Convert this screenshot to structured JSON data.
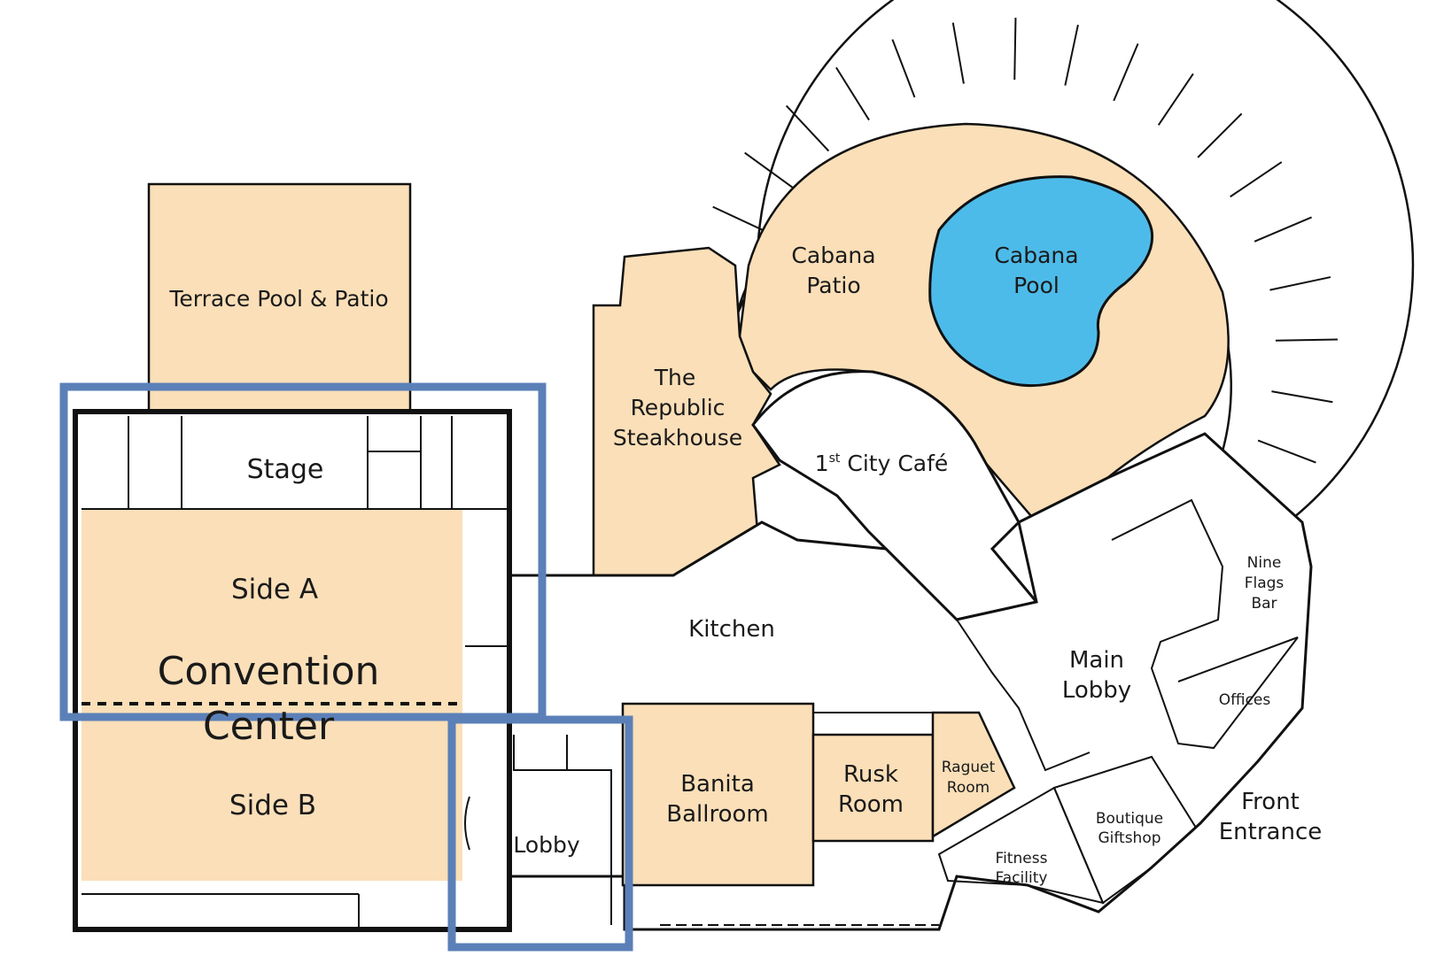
{
  "map": {
    "rooms": {
      "terrace": "Terrace Pool & Patio",
      "stage": "Stage",
      "side_a": "Side A",
      "convention_1": "Convention",
      "convention_2": "Center",
      "side_b": "Side B",
      "west_lobby": "Lobby",
      "kitchen": "Kitchen",
      "banita_1": "Banita",
      "banita_2": "Ballroom",
      "rusk_1": "Rusk",
      "rusk_2": "Room",
      "raguet_1": "Raguet",
      "raguet_2": "Room",
      "steak_1": "The",
      "steak_2": "Republic",
      "steak_3": "Steakhouse",
      "cafe_base": "1",
      "cafe_sup": "st",
      "cafe_rest": " City Café",
      "patio_1": "Cabana",
      "patio_2": "Patio",
      "pool_1": "Cabana",
      "pool_2": "Pool",
      "main_lobby_1": "Main",
      "main_lobby_2": "Lobby",
      "nine_1": "Nine",
      "nine_2": "Flags",
      "nine_3": "Bar",
      "offices": "Offices",
      "boutique_1": "Boutique",
      "boutique_2": "Giftshop",
      "fitness_1": "Fitness",
      "fitness_2": "Facility",
      "entrance_1": "Front",
      "entrance_2": "Entrance"
    },
    "colors": {
      "room_fill": "#fadfb8",
      "pool_fill": "#4dbbe9",
      "highlight": "#5b80b8",
      "wall": "#111111"
    }
  }
}
